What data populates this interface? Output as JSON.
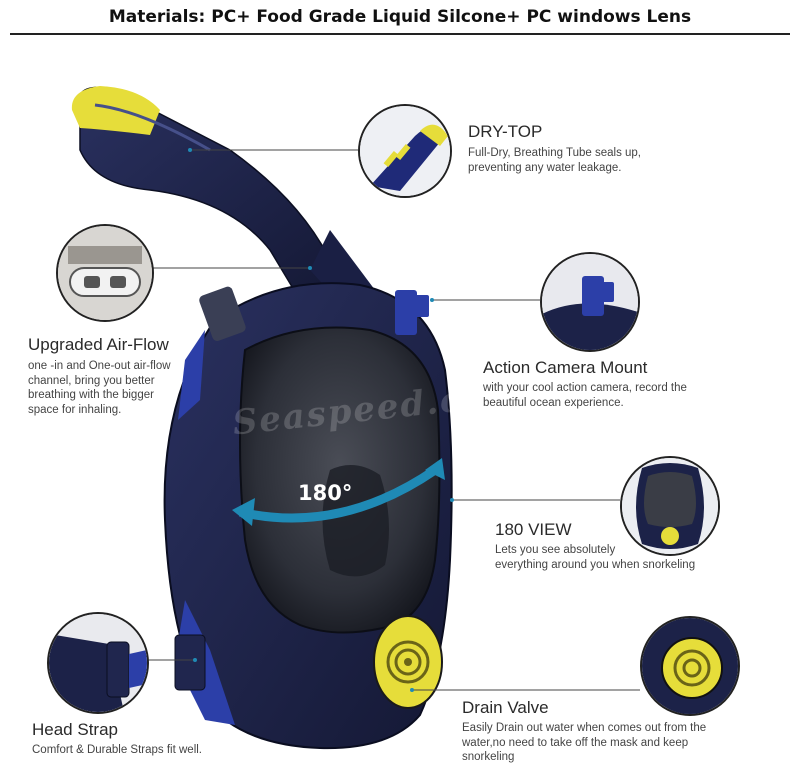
{
  "title": "Materials: PC+ Food Grade Liquid Silcone+ PC windows Lens",
  "features": {
    "dry_top": {
      "label": "DRY-TOP",
      "desc": [
        "Full-Dry, Breathing Tube seals up,",
        "preventing any water leakage."
      ]
    },
    "air_flow": {
      "label": "Upgraded Air-Flow",
      "desc": [
        "one -in and One-out air-flow",
        "channel, bring you better",
        "breathing with the bigger",
        "space for inhaling."
      ]
    },
    "camera": {
      "label": "Action Camera Mount",
      "desc": [
        "with your cool action camera, record the",
        "beautiful ocean experience."
      ]
    },
    "view": {
      "label": "180 VIEW",
      "desc": [
        "Lets you see absolutely",
        "everything around you when snorkeling"
      ]
    },
    "strap": {
      "label": "Head Strap",
      "desc": [
        "Comfort & Durable Straps fit well."
      ]
    },
    "drain": {
      "label": "Drain Valve",
      "desc": [
        "Easily Drain out water when comes out from the",
        "water,no need to take off the mask and keep",
        "snorkeling"
      ]
    }
  },
  "view_angle": "180°",
  "watermark": "Seaspeed.co.il",
  "colors": {
    "mask_body": "#1c2248",
    "accent_yellow": "#e6dd3a",
    "arrow_blue": "#1f8ab5",
    "strap_blue": "#2c3fa8"
  },
  "icons": [
    "snorkel-mask-image",
    "dry-top-detail",
    "air-flow-detail",
    "camera-mount-detail",
    "front-view-detail",
    "head-strap-detail",
    "drain-valve-detail",
    "rotation-arrow-icon"
  ]
}
